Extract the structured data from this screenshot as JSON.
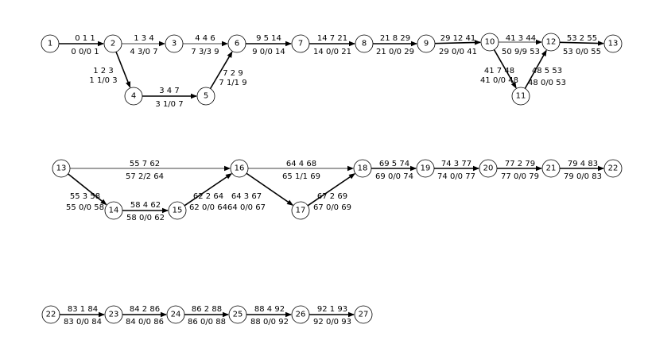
{
  "nodes": [
    {
      "id": "1"
    },
    {
      "id": "2"
    },
    {
      "id": "3"
    },
    {
      "id": "4"
    },
    {
      "id": "5"
    },
    {
      "id": "6"
    },
    {
      "id": "7"
    },
    {
      "id": "8"
    },
    {
      "id": "9"
    },
    {
      "id": "10"
    },
    {
      "id": "11"
    },
    {
      "id": "12"
    },
    {
      "id": "13a",
      "label": "13"
    },
    {
      "id": "13b",
      "label": "13"
    },
    {
      "id": "14"
    },
    {
      "id": "15"
    },
    {
      "id": "16"
    },
    {
      "id": "17"
    },
    {
      "id": "18"
    },
    {
      "id": "19"
    },
    {
      "id": "20"
    },
    {
      "id": "21"
    },
    {
      "id": "22a",
      "label": "22"
    },
    {
      "id": "22b",
      "label": "22"
    },
    {
      "id": "23"
    },
    {
      "id": "24"
    },
    {
      "id": "25"
    },
    {
      "id": "26"
    },
    {
      "id": "27"
    }
  ],
  "edges": [
    {
      "from": "1",
      "to": "2",
      "top": "0 1 1",
      "bottom": "0 0/0 1",
      "critical": true
    },
    {
      "from": "2",
      "to": "3",
      "top": "1 3 4",
      "bottom": "4 3/0 7",
      "critical": false
    },
    {
      "from": "2",
      "to": "4",
      "top": "1 2 3",
      "bottom": "1 1/0 3",
      "critical": true
    },
    {
      "from": "3",
      "to": "6",
      "top": "4 4 6",
      "bottom": "7 3/3 9",
      "critical": false
    },
    {
      "from": "4",
      "to": "5",
      "top": "3 4 7",
      "bottom": "3 1/0 7",
      "critical": true
    },
    {
      "from": "5",
      "to": "6",
      "top": "7 2 9",
      "bottom": "7 1/1 9",
      "critical": true
    },
    {
      "from": "6",
      "to": "7",
      "top": "9 5 14",
      "bottom": "9 0/0 14",
      "critical": true
    },
    {
      "from": "7",
      "to": "8",
      "top": "14 7 21",
      "bottom": "14 0/0 21",
      "critical": true
    },
    {
      "from": "8",
      "to": "9",
      "top": "21 8 29",
      "bottom": "21 0/0 29",
      "critical": true
    },
    {
      "from": "9",
      "to": "10",
      "top": "29 12 41",
      "bottom": "29 0/0 41",
      "critical": true
    },
    {
      "from": "10",
      "to": "12",
      "top": "41 3 44",
      "bottom": "50 9/9 53",
      "critical": false
    },
    {
      "from": "10",
      "to": "11",
      "top": "41 7 48",
      "bottom": "41 0/0 48",
      "critical": true
    },
    {
      "from": "11",
      "to": "12",
      "top": "48 5 53",
      "bottom": "48 0/0 53",
      "critical": true
    },
    {
      "from": "12",
      "to": "13a",
      "top": "53 2 55",
      "bottom": "53 0/0 55",
      "critical": true
    },
    {
      "from": "13b",
      "to": "16",
      "top": "55 7 62",
      "bottom": "57 2/2 64",
      "critical": false
    },
    {
      "from": "13b",
      "to": "14",
      "top": "55 3 58",
      "bottom": "55 0/0 58",
      "critical": true
    },
    {
      "from": "14",
      "to": "15",
      "top": "58 4 62",
      "bottom": "58 0/0 62",
      "critical": true
    },
    {
      "from": "15",
      "to": "16",
      "top": "62 2 64",
      "bottom": "62 0/0 64",
      "critical": true
    },
    {
      "from": "16",
      "to": "18",
      "top": "64 4 68",
      "bottom": "65 1/1 69",
      "critical": false
    },
    {
      "from": "16",
      "to": "17",
      "top": "64 3 67",
      "bottom": "64 0/0 67",
      "critical": true
    },
    {
      "from": "17",
      "to": "18",
      "top": "67 2 69",
      "bottom": "67 0/0 69",
      "critical": true
    },
    {
      "from": "18",
      "to": "19",
      "top": "69 5 74",
      "bottom": "69 0/0 74",
      "critical": true
    },
    {
      "from": "19",
      "to": "20",
      "top": "74 3 77",
      "bottom": "74 0/0 77",
      "critical": true
    },
    {
      "from": "20",
      "to": "21",
      "top": "77 2 79",
      "bottom": "77 0/0 79",
      "critical": true
    },
    {
      "from": "21",
      "to": "22a",
      "top": "79 4 83",
      "bottom": "79 0/0 83",
      "critical": true
    },
    {
      "from": "22b",
      "to": "23",
      "top": "83 1 84",
      "bottom": "83 0/0 84",
      "critical": true
    },
    {
      "from": "23",
      "to": "24",
      "top": "84 2 86",
      "bottom": "84 0/0 86",
      "critical": true
    },
    {
      "from": "24",
      "to": "25",
      "top": "86 2 88",
      "bottom": "86 0/0 88",
      "critical": true
    },
    {
      "from": "25",
      "to": "26",
      "top": "88 4 92",
      "bottom": "88 0/0 92",
      "critical": true
    },
    {
      "from": "26",
      "to": "27",
      "top": "92 1 93",
      "bottom": "92 0/0 93",
      "critical": true
    }
  ]
}
